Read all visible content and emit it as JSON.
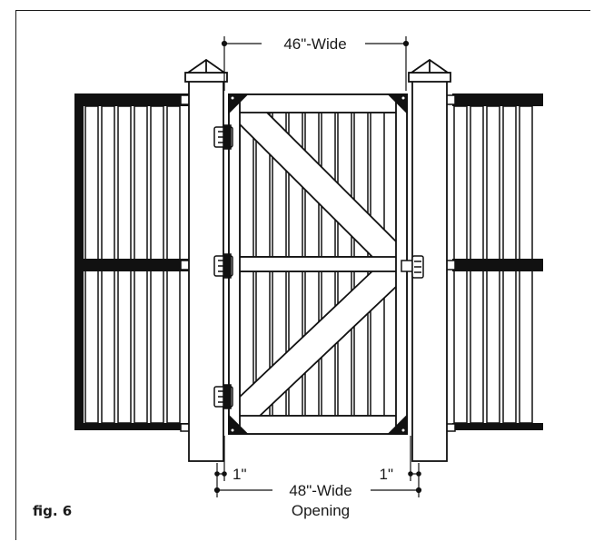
{
  "caption": "fig. 6",
  "dimensions": {
    "gate_width": "46\"-Wide",
    "left_gap": "1\"",
    "right_gap": "1\"",
    "opening_line1": "48\"-Wide",
    "opening_line2": "Opening"
  }
}
